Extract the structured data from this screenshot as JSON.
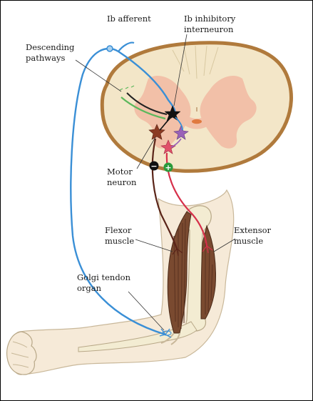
{
  "labels": {
    "ib_afferent": "Ib afferent",
    "ib_inhibitory_1": "Ib inhibitory",
    "ib_inhibitory_2": "interneuron",
    "descending_1": "Descending",
    "descending_2": "pathways",
    "motor_1": "Motor",
    "motor_2": "neuron",
    "flexor_1": "Flexor",
    "flexor_2": "muscle",
    "extensor_1": "Extensor",
    "extensor_2": "muscle",
    "golgi_1": "Golgi tendon",
    "golgi_2": "organ"
  },
  "symbols": {
    "inhibit_sign": "−",
    "excite_sign": "+"
  },
  "colors": {
    "ib_afferent": "#3a8fd6",
    "descending_excitatory": "#5cb85c",
    "descending_inhibitory": "#222222",
    "flexor_motor_axon": "#5a2418",
    "extensor_motor_axon": "#d6304a",
    "spinal_white_matter": "#f3e6c8",
    "spinal_gray_matter": "#f2c0a8",
    "spinal_outline": "#b07a3c",
    "skin": "#f6ead8",
    "muscle": "#7a4a30",
    "bone": "#f3ecd2"
  }
}
